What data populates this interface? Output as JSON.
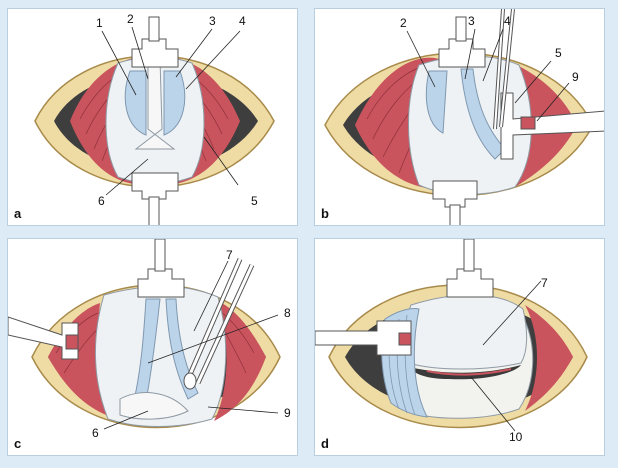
{
  "panels": [
    {
      "label": "a",
      "callouts": [
        "1",
        "2",
        "3",
        "4",
        "5",
        "6"
      ]
    },
    {
      "label": "b",
      "callouts": [
        "2",
        "3",
        "4",
        "5",
        "9"
      ]
    },
    {
      "label": "c",
      "callouts": [
        "7",
        "8",
        "9",
        "6"
      ]
    },
    {
      "label": "d",
      "callouts": [
        "7",
        "10"
      ]
    }
  ],
  "colors": {
    "background": "#dcebf6",
    "skin": "#efdca4",
    "muscle": "#c9545e",
    "cavity": "#444444",
    "tissue": "#eef2f4",
    "vessel": "#bcd4ea",
    "retractor": "#ffffff"
  }
}
